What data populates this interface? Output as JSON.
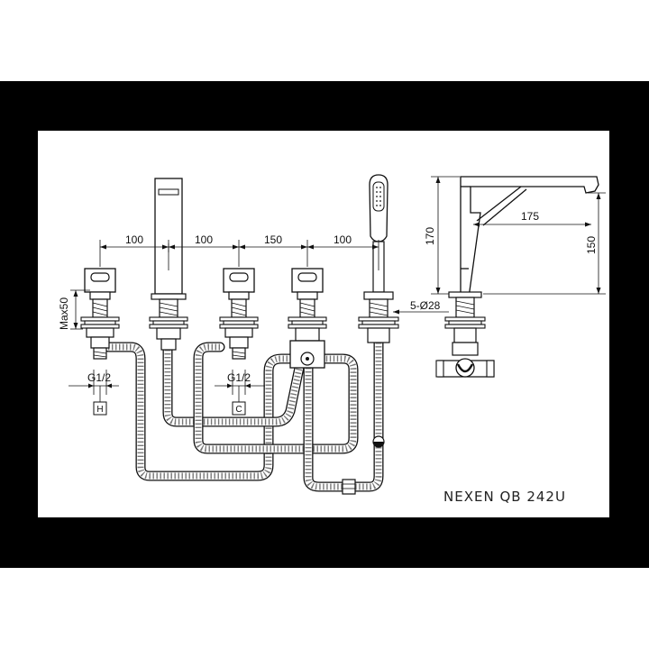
{
  "dimensions": {
    "spacing_1": "100",
    "spacing_2": "100",
    "spacing_3": "150",
    "spacing_4": "100",
    "max_height": "Max50",
    "thread_left": "G1/2",
    "thread_center": "G1/2",
    "hole_spec": "5-Ø28",
    "spout_height": "170",
    "spout_reach": "175",
    "spout_outlet_height": "150"
  },
  "markers": {
    "hot": "H",
    "cold": "C"
  },
  "model_name": "NEXEN QB 242U"
}
